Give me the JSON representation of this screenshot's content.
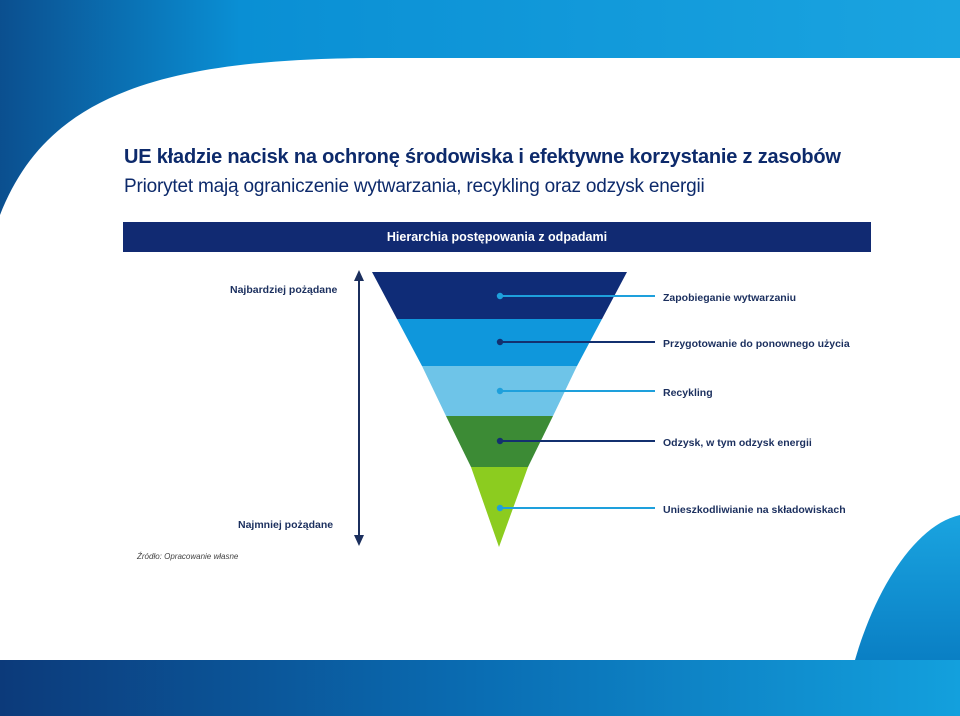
{
  "slide": {
    "title": "UE kładzie nacisk na ochronę środowiska i efektywne korzystanie z zasobów",
    "subtitle": "Priorytet mają ograniczenie wytwarzania, recykling oraz odzysk energii",
    "banner": "Hierarchia postępowania z odpadami",
    "most_desirable": "Najbardziej pożądane",
    "least_desirable": "Najmniej pożądane",
    "source": "Źródło: Opracowanie własne"
  },
  "levels": [
    {
      "label": "Zapobieganie wytwarzaniu",
      "color": "#0f2c77",
      "line_color": "#1ea0dc"
    },
    {
      "label": "Przygotowanie do ponownego użycia",
      "color": "#0f97dc",
      "line_color": "#13306f"
    },
    {
      "label": "Recykling",
      "color": "#6ec4e8",
      "line_color": "#1ea0dc"
    },
    {
      "label": "Odzysk, w tym odzysk energii",
      "color": "#3c8b35",
      "line_color": "#13306f"
    },
    {
      "label": "Unieszkodliwianie na składowiskach",
      "color": "#8ccc1f",
      "line_color": "#1ea0dc"
    }
  ],
  "theme": {
    "accent": "#0a8fd4",
    "dark": "#112a72"
  }
}
